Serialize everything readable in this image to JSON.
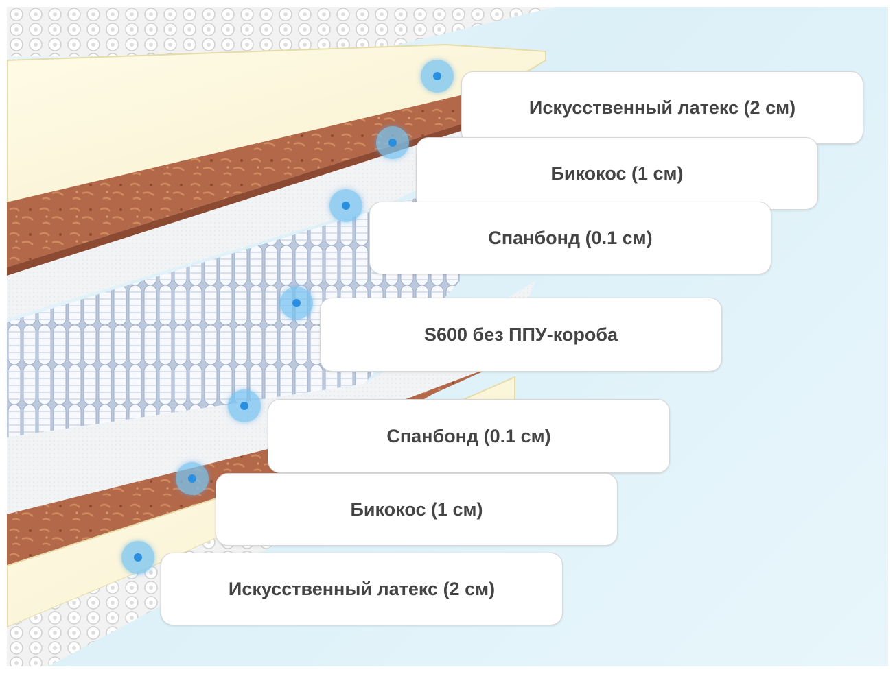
{
  "layers": [
    {
      "label": "Искусственный латекс (2 см)"
    },
    {
      "label": "Бикокос (1 см)"
    },
    {
      "label": "Спанбонд (0.1 см)"
    },
    {
      "label": "S600 без ППУ-короба"
    },
    {
      "label": "Спанбонд (0.1 см)"
    },
    {
      "label": "Бикокос (1 см)"
    },
    {
      "label": "Искусственный латекс (2 см)"
    }
  ],
  "colors": {
    "latex": "#fbf6d8",
    "coconut": "#b4684a",
    "spunbond": "#f1f3f5",
    "spring": "#e4eaf4",
    "dot": "#2b8fe0",
    "background": "#e3f3fa"
  }
}
